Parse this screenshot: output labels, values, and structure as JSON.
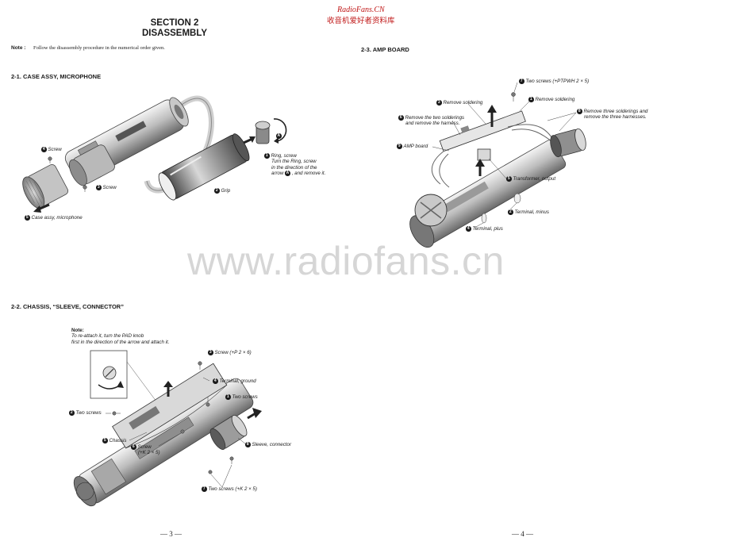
{
  "header": {
    "section": "SECTION 2",
    "title": "DISASSEMBLY",
    "site_en": "RadioFans.CN",
    "site_cn": "收音机爱好者资料库"
  },
  "note": {
    "label": "Note :",
    "text": "Follow the disassembly procedure in the numerical order given."
  },
  "sections": {
    "s1": "2-1. CASE ASSY, MICROPHONE",
    "s2": "2-2. CHASSIS, “SLEEVE, CONNECTOR”",
    "s3": "2-3. AMP BOARD"
  },
  "s1_callouts": {
    "c1": {
      "num": "1",
      "lines": [
        "Ring, screw",
        "Turn the Ring, screw",
        "in the direction of the",
        "arrow",
        ", and remove it."
      ],
      "arrow_num": "A"
    },
    "c2": {
      "num": "2",
      "text": "Grip"
    },
    "c3": {
      "num": "3",
      "text": "Screw"
    },
    "c4": {
      "num": "4",
      "text": "Screw"
    },
    "c5": {
      "num": "5",
      "text": "Case assy, microphone"
    },
    "marker": "A"
  },
  "s2_note": {
    "label": "Note:",
    "lines": [
      "To re-attach it, turn the PAD knob",
      "first in the direction of the arrow and attach it."
    ]
  },
  "s2_callouts": {
    "c1": {
      "num": "1",
      "text": "Two screws"
    },
    "c2": {
      "num": "2",
      "text": "Two screws"
    },
    "c3": {
      "num": "3",
      "text": "Screw (+P 2 × 6)"
    },
    "c4": {
      "num": "4",
      "text": "Terminal, ground"
    },
    "c5": {
      "num": "5",
      "text": "Chassis"
    },
    "c6": {
      "num": "6",
      "text": "Screw",
      "sub": "(+K 2 × 5)"
    },
    "c7": {
      "num": "7",
      "text": "Two screws (+K 2 × 5)"
    },
    "c8": {
      "num": "8",
      "text": "Sleeve, connector"
    }
  },
  "s3_callouts": {
    "c1": {
      "num": "1",
      "text": "Remove soldering"
    },
    "c2": {
      "num": "2",
      "text": "Terminal, minus"
    },
    "c3": {
      "num": "3",
      "text": "Remove soldering"
    },
    "c4": {
      "num": "4",
      "text": "Terminal, plus"
    },
    "c5": {
      "num": "5",
      "text": "Transformer, output"
    },
    "c6": {
      "num": "6",
      "lines": [
        "Remove the two solderings",
        "and remove the harness."
      ]
    },
    "c7": {
      "num": "7",
      "text": "Two screws (+PTPWH 2 × 5)"
    },
    "c8": {
      "num": "8",
      "lines": [
        "Remove three solderings and",
        "remove the three harnesses."
      ]
    },
    "c9": {
      "num": "9",
      "text": "AMP board"
    }
  },
  "watermark": "www.radiofans.cn",
  "pages": {
    "left": "— 3 —",
    "right": "— 4 —"
  }
}
